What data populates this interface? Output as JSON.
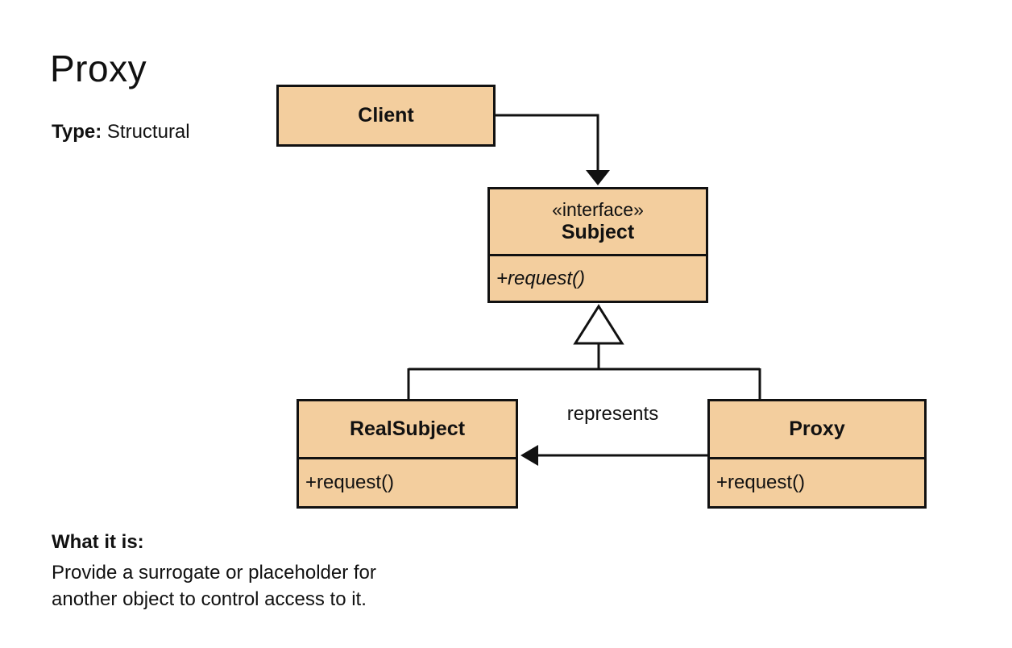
{
  "title": "Proxy",
  "meta": {
    "type_label": "Type:",
    "type_value": "Structural"
  },
  "colors": {
    "box_fill": "#F3CE9E",
    "box_border": "#111111",
    "line": "#111111",
    "background": "#FFFFFF",
    "text": "#111111"
  },
  "classes": {
    "client": {
      "name": "Client"
    },
    "subject": {
      "stereotype": "«interface»",
      "name": "Subject",
      "methods": [
        "+request()"
      ]
    },
    "realsubject": {
      "name": "RealSubject",
      "methods": [
        "+request()"
      ]
    },
    "proxy": {
      "name": "Proxy",
      "methods": [
        "+request()"
      ]
    }
  },
  "relationships": {
    "client_to_subject": "directed association (Client → Subject)",
    "realsubject_to_subject": "generalization (RealSubject → Subject)",
    "proxy_to_subject": "generalization (Proxy → Subject)",
    "proxy_to_realsubject": "directed association (Proxy → RealSubject)",
    "proxy_to_realsubject_label": "represents"
  },
  "description": {
    "heading": "What it is:",
    "lines": [
      "Provide a surrogate or placeholder for",
      "another object to control access to it."
    ]
  }
}
